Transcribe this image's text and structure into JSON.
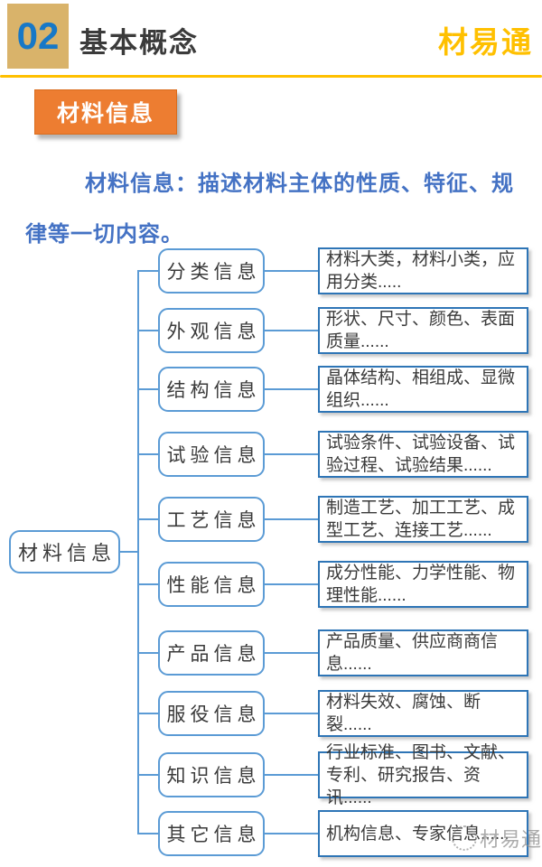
{
  "header": {
    "section_number": "02",
    "title": "基本概念",
    "brand": "材易通"
  },
  "badge": {
    "label": "材料信息"
  },
  "intro": {
    "line1": "材料信息：描述材料主体的性质、特征、规",
    "line2": "律等一切内容。"
  },
  "tree": {
    "root": "材料信息",
    "rows": [
      {
        "label": "分类信息",
        "desc": "材料大类，材料小类，应用分类....."
      },
      {
        "label": "外观信息",
        "desc": "形状、尺寸、颜色、表面质量......"
      },
      {
        "label": "结构信息",
        "desc": "晶体结构、相组成、显微组织......"
      },
      {
        "label": "试验信息",
        "desc": "试验条件、试验设备、试验过程、试验结果......"
      },
      {
        "label": "工艺信息",
        "desc": "制造工艺、加工工艺、成型工艺、连接工艺......"
      },
      {
        "label": "性能信息",
        "desc": "成分性能、力学性能、物理性能......"
      },
      {
        "label": "产品信息",
        "desc": "产品质量、供应商商信息......"
      },
      {
        "label": "服役信息",
        "desc": "材料失效、腐蚀、断裂......"
      },
      {
        "label": "知识信息",
        "desc": "行业标准、图书、文献、专利、研究报告、资讯......"
      },
      {
        "label": "其它信息",
        "desc": "机构信息、专家信息......"
      }
    ]
  },
  "watermark": {
    "text": "材易通"
  },
  "colors": {
    "accent_gold": "#FFC000",
    "num_badge_bg": "#D9B36A",
    "num_badge_text": "#1778C7",
    "topic_badge_bg": "#ED7D31",
    "intro_text": "#4472C4",
    "node_border": "#5B9BD5",
    "desc_border": "#2E75B6"
  }
}
